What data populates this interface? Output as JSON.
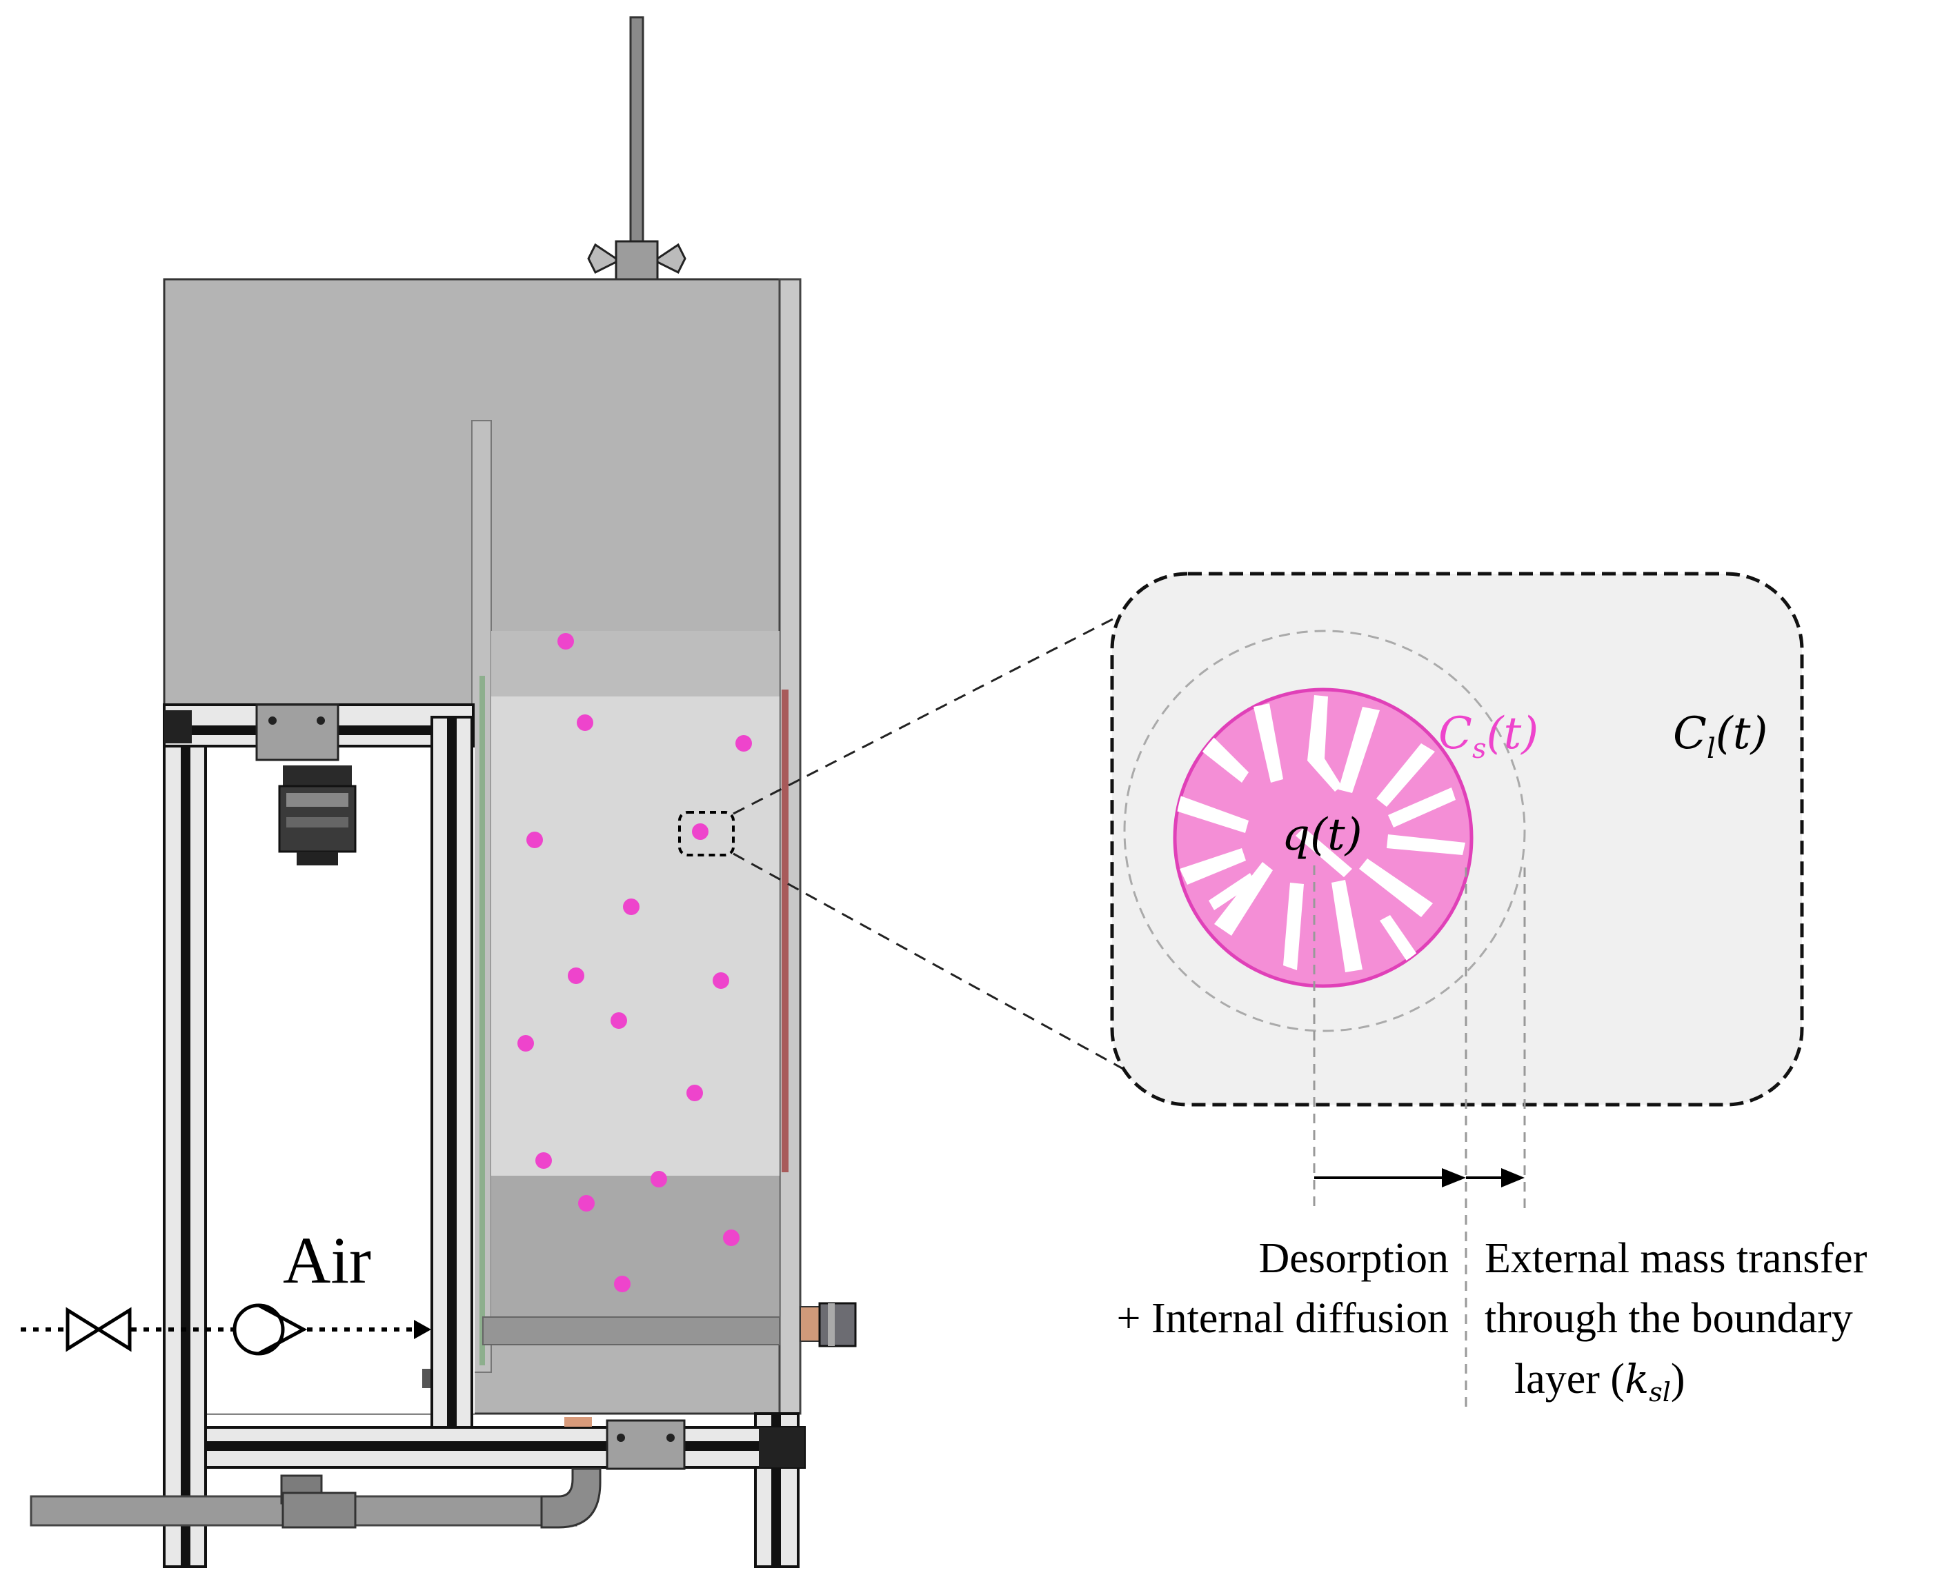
{
  "colors": {
    "particle": "#ee44cc",
    "particle_fill_light": "#f48ed6",
    "particle_stroke": "#e040b8",
    "tank_grey": "#b4b4b4",
    "water_light": "#d8d8d8",
    "frame_dark": "#111111",
    "zoom_panel": "#f0f0f0"
  },
  "labels": {
    "air": "Air",
    "solid_conc": {
      "main": "C",
      "sub": "s",
      "arg": "(t)"
    },
    "liquid_conc": {
      "main": "C",
      "sub": "l",
      "arg": "(t)"
    },
    "adsorbed": "q(t)",
    "desorption_line1": "Desorption",
    "desorption_line2": "+ Internal diffusion",
    "external_line1": "External mass transfer",
    "external_line2": "through the boundary",
    "external_line3_prefix": "layer (",
    "external_k": "k",
    "external_k_sub": "sl",
    "external_line3_suffix": ")"
  },
  "icons": [
    "valve-icon",
    "check-valve-icon",
    "flow-arrow-icon",
    "particle-icon",
    "magnifier-box-icon"
  ]
}
